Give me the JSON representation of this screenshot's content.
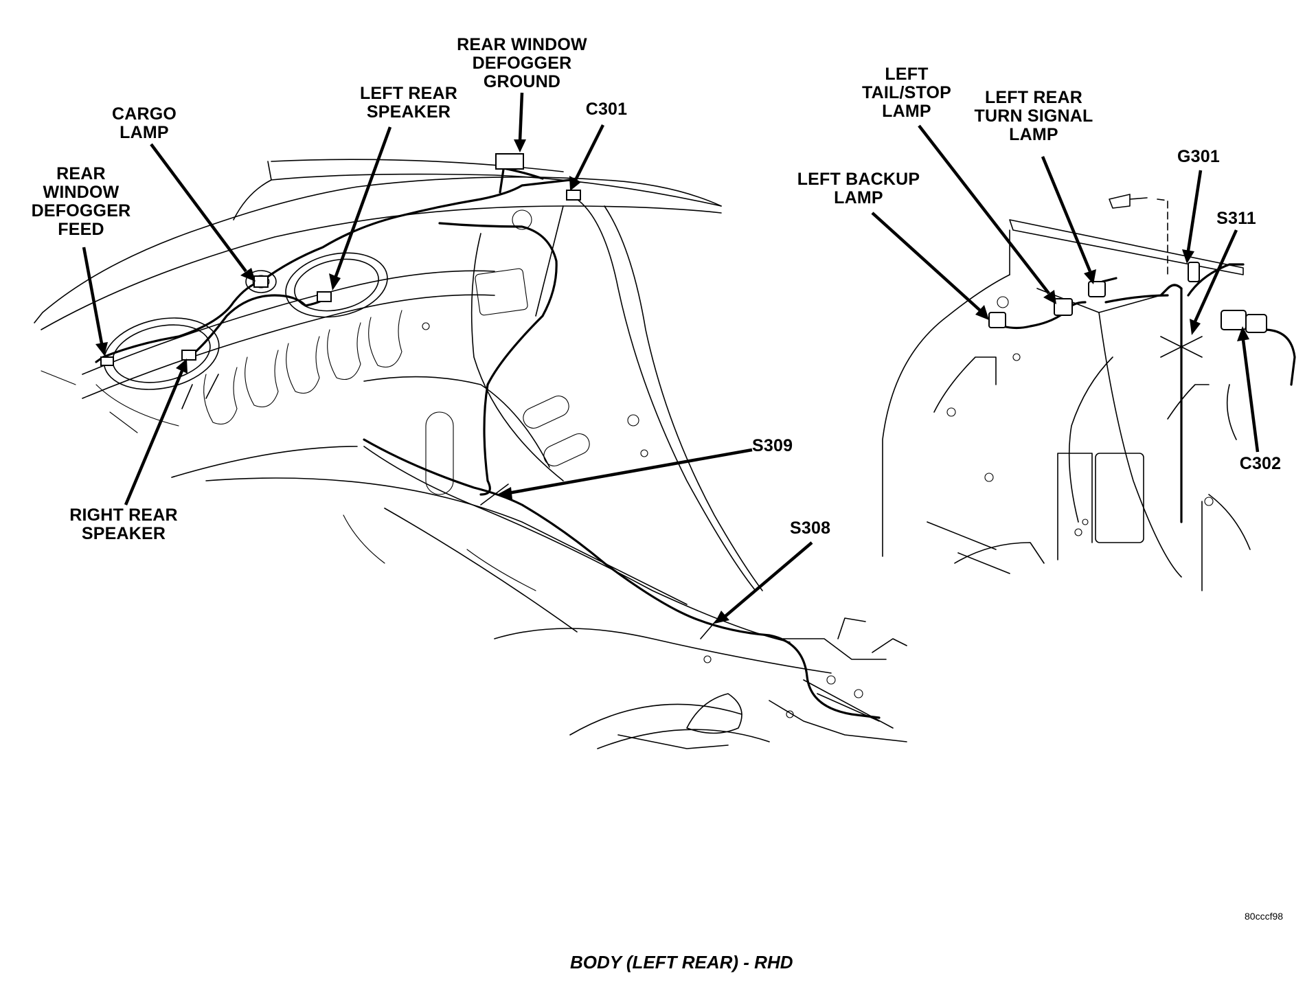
{
  "callouts": {
    "rear_window_defogger_ground": "REAR WINDOW\nDEFOGGER\nGROUND",
    "left_rear_speaker": "LEFT REAR\nSPEAKER",
    "cargo_lamp": "CARGO\nLAMP",
    "c301": "C301",
    "rear_window_defogger_feed": "REAR\nWINDOW\nDEFOGGER\nFEED",
    "right_rear_speaker": "RIGHT REAR\nSPEAKER",
    "s309": "S309",
    "s308": "S308",
    "left_tail_stop_lamp": "LEFT\nTAIL/STOP\nLAMP",
    "left_rear_turn_signal_lamp": "LEFT REAR\nTURN SIGNAL\nLAMP",
    "g301": "G301",
    "left_backup_lamp": "LEFT BACKUP\nLAMP",
    "s311": "S311",
    "c302": "C302"
  },
  "figure_code": "80cccf98",
  "caption": "BODY (LEFT REAR) - RHD"
}
